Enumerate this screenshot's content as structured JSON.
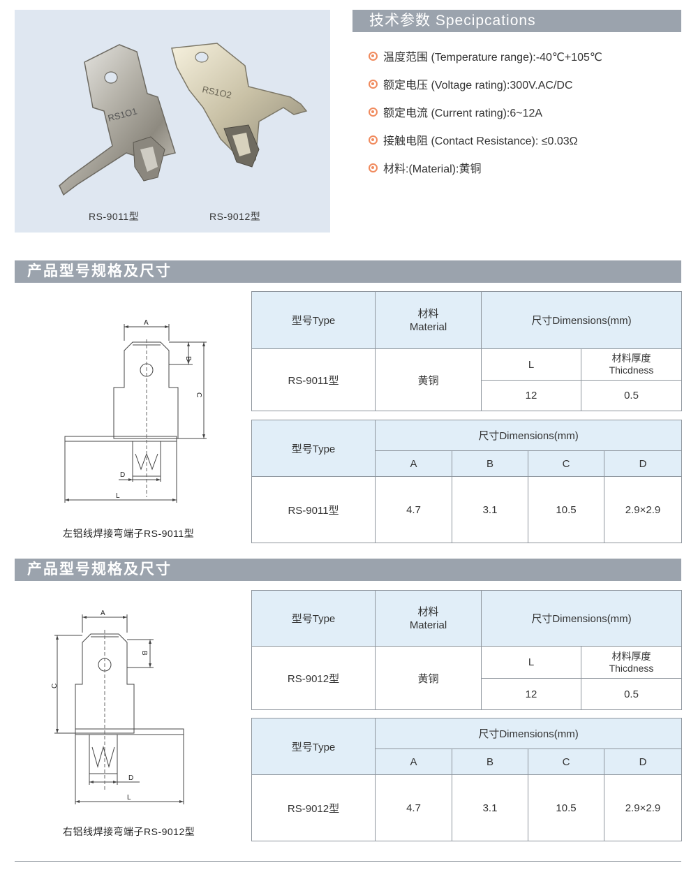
{
  "photo": {
    "caption_left": "RS-9011型",
    "caption_right": "RS-9012型",
    "stamp_left": "RS1O1",
    "stamp_right": "RS1O2"
  },
  "specs": {
    "title": "技术参数 Specipcations",
    "bullet_color": "#f08a5d",
    "items": [
      "温度范围 (Temperature range):-40℃+105℃",
      "额定电压 (Voltage rating):300V.AC/DC",
      "额定电流 (Current rating):6~12A",
      "接触电阻 (Contact Resistance): ≤0.03Ω",
      "材料:(Material):黄铜"
    ]
  },
  "sections": [
    {
      "title": "产品型号规格及尺寸",
      "caption": "左铝线焊接弯端子RS-9011型",
      "dims": {
        "A": "A",
        "B": "B",
        "C": "C",
        "D": "D",
        "L": "L"
      },
      "table1": {
        "h_type": "型号Type",
        "h_material_cn": "材料",
        "h_material_en": "Material",
        "h_dimensions": "尺寸Dimensions(mm)",
        "h_L": "L",
        "h_thick_cn": "材料厚度",
        "h_thick_en": "Thicdness",
        "model": "RS-9011型",
        "material": "黄铜",
        "L": "12",
        "thickness": "0.5"
      },
      "table2": {
        "h_type": "型号Type",
        "h_dimensions": "尺寸Dimensions(mm)",
        "cols": [
          "A",
          "B",
          "C",
          "D"
        ],
        "model": "RS-9011型",
        "values": [
          "4.7",
          "3.1",
          "10.5",
          "2.9×2.9"
        ]
      }
    },
    {
      "title": "产品型号规格及尺寸",
      "caption": "右铝线焊接弯端子RS-9012型",
      "dims": {
        "A": "A",
        "B": "B",
        "C": "C",
        "D": "D",
        "L": "L"
      },
      "table1": {
        "h_type": "型号Type",
        "h_material_cn": "材料",
        "h_material_en": "Material",
        "h_dimensions": "尺寸Dimensions(mm)",
        "h_L": "L",
        "h_thick_cn": "材料厚度",
        "h_thick_en": "Thicdness",
        "model": "RS-9012型",
        "material": "黄铜",
        "L": "12",
        "thickness": "0.5"
      },
      "table2": {
        "h_type": "型号Type",
        "h_dimensions": "尺寸Dimensions(mm)",
        "cols": [
          "A",
          "B",
          "C",
          "D"
        ],
        "model": "RS-9012型",
        "values": [
          "4.7",
          "3.1",
          "10.5",
          "2.9×2.9"
        ]
      }
    }
  ]
}
